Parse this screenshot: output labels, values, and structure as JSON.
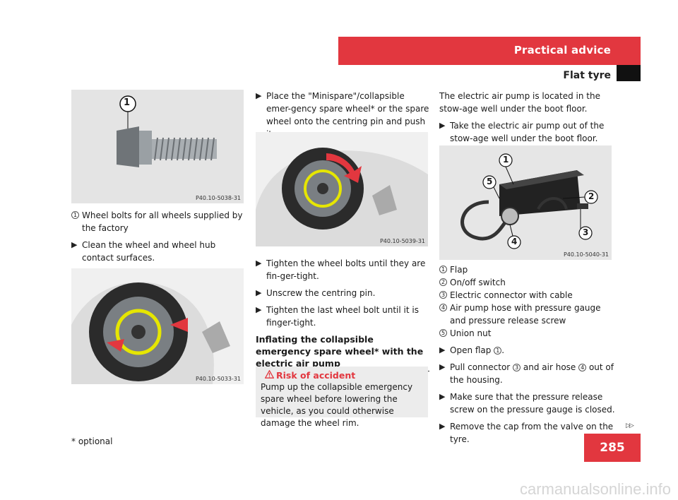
{
  "header": {
    "section": "Practical advice",
    "subsection": "Flat tyre"
  },
  "images": {
    "bolt": {
      "code": "P40.10-5038-31",
      "label": "1"
    },
    "wheel_clean": {
      "code": "P40.10-5033-31"
    },
    "wheel_mount": {
      "code": "P40.10-5039-31"
    },
    "pump": {
      "code": "P40.10-5040-31",
      "labels": [
        "1",
        "2",
        "3",
        "4",
        "5"
      ]
    }
  },
  "col1": {
    "legend": [
      {
        "num": "1",
        "text": "Wheel bolts for all wheels supplied by the factory"
      }
    ],
    "steps": [
      "Clean the wheel and wheel hub contact surfaces."
    ]
  },
  "col2": {
    "steps_top": [
      "Place the \"Minispare\"/collapsible emer-gency spare wheel* or the spare wheel onto the centring pin and push it on."
    ],
    "steps_mid": [
      "Tighten the wheel bolts until they are fin-ger-tight.",
      "Unscrew the centring pin.",
      "Tighten the last wheel bolt until it is finger-tight."
    ],
    "subheading": "Inflating the collapsible emergency spare wheel* with the electric air pump",
    "warning": {
      "title": "Risk of accident",
      "body": "Pump up the collapsible emergency spare wheel before lowering the vehicle, as you could otherwise damage the wheel rim."
    }
  },
  "col3": {
    "intro": "The electric air pump is located in the stow-age well under the boot floor.",
    "steps_top": [
      "Take the electric air pump out of the stow-age well under the boot floor."
    ],
    "legend": [
      {
        "num": "1",
        "text": "Flap"
      },
      {
        "num": "2",
        "text": "On/off switch"
      },
      {
        "num": "3",
        "text": "Electric connector with cable"
      },
      {
        "num": "4",
        "text": "Air pump hose with pressure gauge and pressure release screw"
      },
      {
        "num": "5",
        "text": "Union nut"
      }
    ],
    "step_open": {
      "prefix": "Open flap",
      "num": "1",
      "suffix": "."
    },
    "step_pull": {
      "prefix": "Pull connector",
      "num1": "3",
      "mid": "and air hose",
      "num2": "4",
      "suffix": "out of the housing."
    },
    "steps_bottom": [
      "Make sure that the pressure release screw on the pressure gauge is closed.",
      "Remove the cap from the valve on the tyre."
    ]
  },
  "footer": {
    "footnote": "* optional",
    "page_number": "285",
    "continued": "▷▷",
    "watermark": "carmanualsonline.info"
  }
}
